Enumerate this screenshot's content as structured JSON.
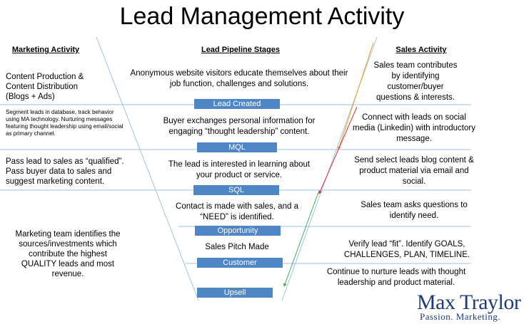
{
  "title": "Lead Management Activity",
  "headers": {
    "marketing": "Marketing Activity",
    "pipeline": "Lead Pipeline Stages",
    "sales": "Sales Activity"
  },
  "marketing": {
    "content": "Content Production & Content Distribution (Blogs + Ads)",
    "segment": "Segment leads in database, track behavior using MA technology. Nurturing messages featuring thought leadership using email/social as primary channel.",
    "pass": "Pass lead to sales as “qualified”. Pass buyer data to sales and suggest marketing content.",
    "identify": "Marketing team identifies the sources/investments which contribute the highest QUALITY leads and most revenue."
  },
  "pipeline": {
    "anonymous": "Anonymous website visitors educate themselves about their job function, challenges and solutions.",
    "exchange": "Buyer exchanges personal information for engaging “thought leadership” content.",
    "interested": "The lead is interested in learning about your product or service.",
    "contact": "Contact is made with sales, and a “NEED” is identified.",
    "pitch": "Sales Pitch Made"
  },
  "stages": [
    "Lead Created",
    "MQL",
    "SQL",
    "Opportunity",
    "Customer",
    "Upsell"
  ],
  "sales": {
    "contributes": "Sales team contributes by identifying customer/buyer questions & interests.",
    "connect": "Connect with leads on social media (Linkedin) with introductory message.",
    "send": "Send select leads blog content & product material via email and social.",
    "ask": "Sales team asks questions to identify need.",
    "verify": "Verify lead “fit”. Identify GOALS, CHALLENGES, PLAN, TIMELINE.",
    "nurture": "Continue to nurture leads with thought leadership and product material."
  },
  "logo": {
    "name": "Max Traylor",
    "tagline": "Passion. Marketing."
  },
  "colors": {
    "line": "#9dc3e6",
    "stage_fill": "#4f86c6",
    "arrow_orange": "#f0a020",
    "arrow_red": "#e03030",
    "arrow_green": "#3cb050",
    "logo": "#1f3a7a"
  }
}
